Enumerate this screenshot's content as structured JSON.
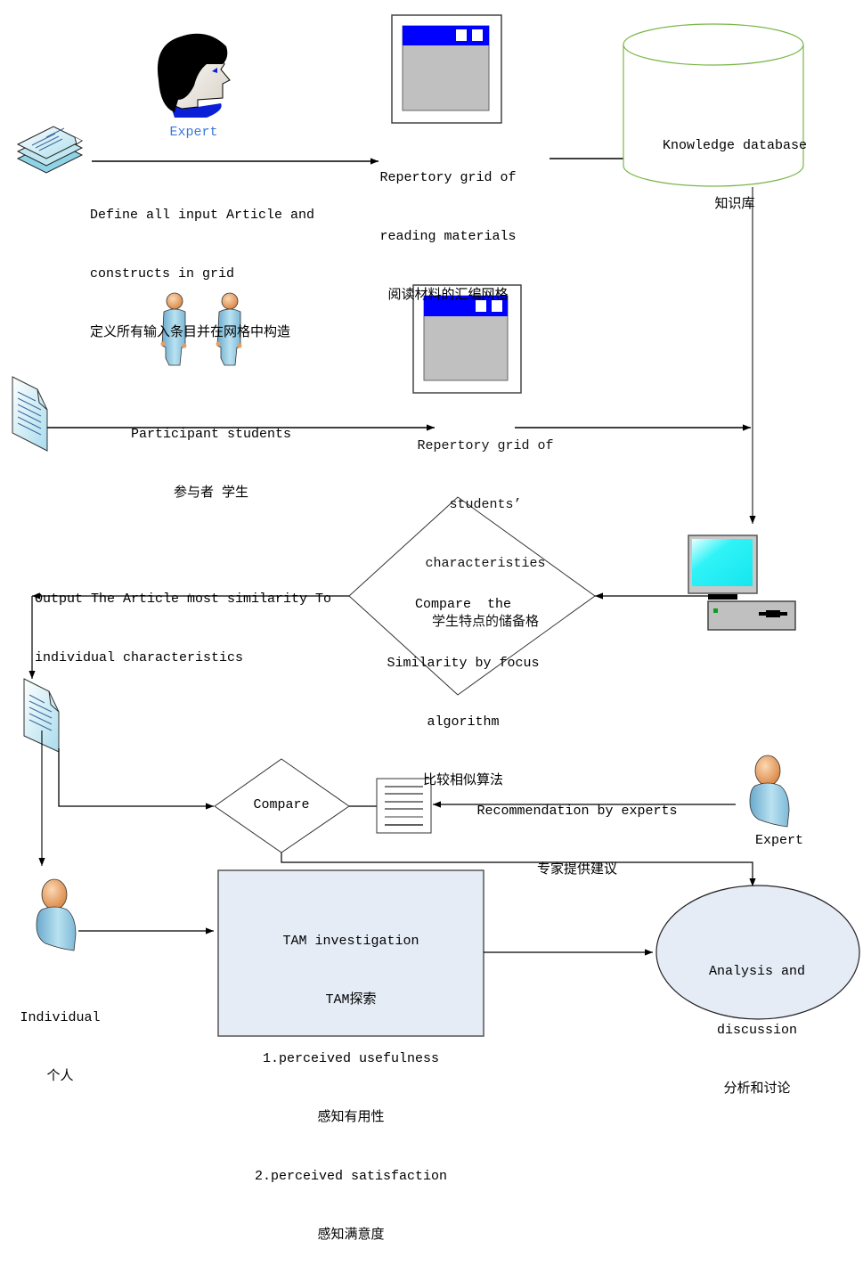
{
  "diagram": {
    "top": {
      "expert_label": "Expert",
      "define_label": [
        "Define all input Article and",
        "constructs in grid",
        "定义所有输入条目并在网格中构造"
      ],
      "grid_reading_label": [
        "Repertory grid of",
        "reading materials",
        "阅读材料的汇编网格"
      ],
      "knowledge_db_label": [
        "Knowledge database",
        "知识库"
      ]
    },
    "middle": {
      "participants_label": [
        "Participant students",
        "参与者 学生"
      ],
      "grid_students_label": [
        "Repertory grid of",
        "students’",
        "characteristies",
        "学生特点的储备格"
      ]
    },
    "compare_similarity": {
      "output_label": [
        "Output The Article most similarity To",
        "individual characteristics"
      ],
      "diamond_label": [
        "Compare  the",
        "Similarity by focus",
        "algorithm",
        "比较相似算法"
      ]
    },
    "compare_row": {
      "compare_label": "Compare",
      "recommendation_label": [
        "Recommendation by experts",
        "专家提供建议"
      ],
      "expert_label": "Expert"
    },
    "bottom": {
      "individual_label": [
        "Individual",
        "个人"
      ],
      "tam_label": [
        "TAM investigation",
        "TAM探索",
        "1.perceived usefulness",
        "感知有用性",
        "2.perceived satisfaction",
        "感知满意度"
      ],
      "analysis_label": [
        "Analysis and",
        "discussion",
        "分析和讨论"
      ]
    },
    "colors": {
      "window_titlebar": "#0000ff",
      "window_body": "#c0c0c0",
      "cylinder_stroke": "#7ab648",
      "tam_fill": "#e5ecf6",
      "ellipse_fill": "#e5ecf6",
      "person_body": "#8ec5de",
      "person_head": "#e89d5e",
      "screen": "#22f0f5"
    }
  }
}
